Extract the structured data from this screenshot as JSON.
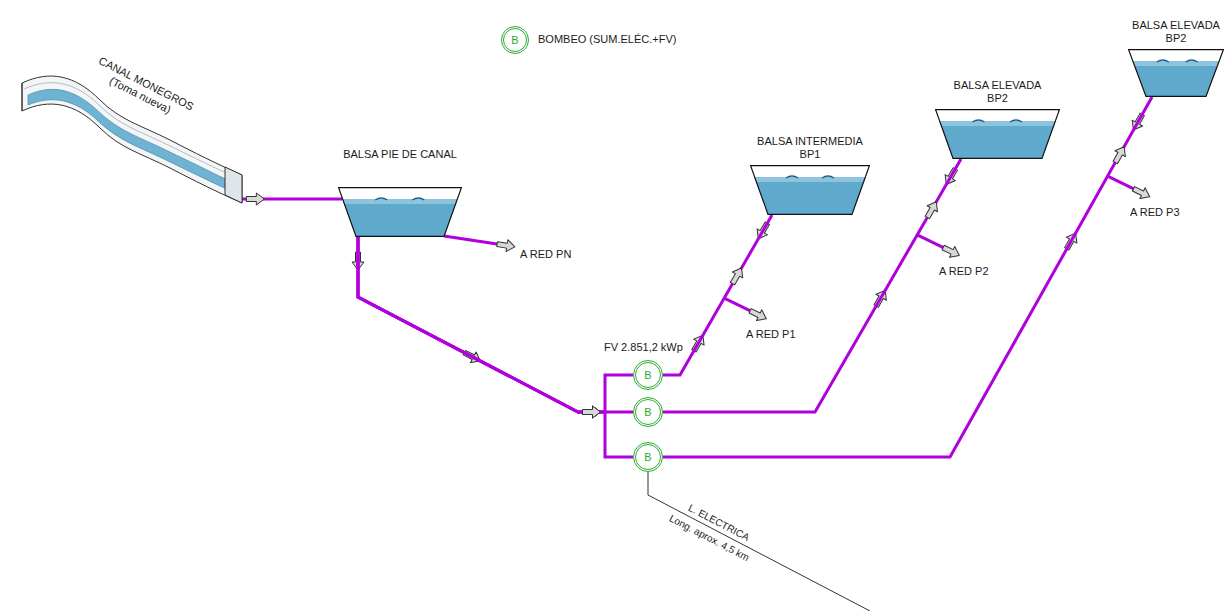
{
  "diagram": {
    "nodes": [
      {
        "text": [
          "CANAL MONEGROS (Toma nueva)"
        ]
      },
      {
        "text": [
          "BALSA PIE DE CANAL"
        ]
      },
      {
        "text": [
          "BALSA INTERMEDIA BP1"
        ]
      },
      {
        "text": [
          "BALSA ELEVADA BP2"
        ]
      },
      {
        "text": [
          "BALSA ELEVADA BP2"
        ]
      },
      {
        "text": [
          "B"
        ]
      },
      {
        "text": [
          "B"
        ]
      },
      {
        "text": [
          "B"
        ]
      }
    ],
    "edges": [
      {
        "from": 0,
        "to": 1,
        "arrow": "to"
      },
      {
        "from": 1,
        "to": 5,
        "arrow": "to"
      },
      {
        "from": 1,
        "to": 6,
        "arrow": "to"
      },
      {
        "from": 1,
        "to": 7,
        "arrow": "to"
      },
      {
        "from": 5,
        "to": 2,
        "arrow": "to"
      },
      {
        "from": 6,
        "to": 3,
        "arrow": "to"
      },
      {
        "from": 7,
        "to": 4,
        "arrow": "to"
      }
    ],
    "labels": [
      "B",
      "A RED PN",
      "FV 2.851,2 kWp",
      "A RED P1",
      "A RED P2",
      "A RED P3",
      "L. ELECTRICA",
      "Long. aprox. 4,5 km"
    ],
    "legend": [
      {
        "text": "BOMBEO (SUM.ELÉC.+FV)"
      }
    ]
  }
}
